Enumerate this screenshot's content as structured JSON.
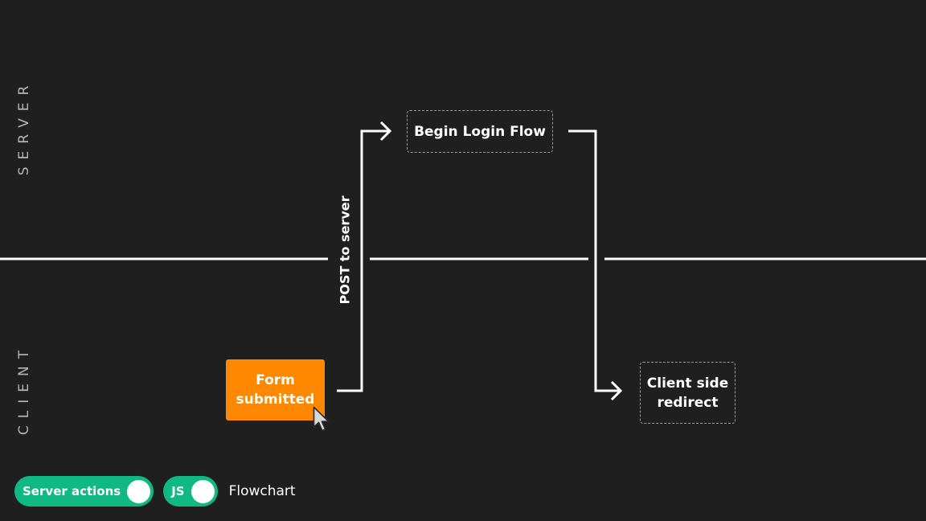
{
  "lanes": {
    "server": "SERVER",
    "client": "CLIENT"
  },
  "nodes": {
    "form_submitted": [
      "Form",
      "submitted"
    ],
    "begin_login": "Begin Login Flow",
    "client_redirect": [
      "Client side",
      "redirect"
    ]
  },
  "edges": {
    "post_to_server": "POST to server"
  },
  "controls": {
    "server_actions": {
      "label": "Server actions",
      "on": true
    },
    "js": {
      "label": "JS",
      "on": true
    },
    "view_label": "Flowchart"
  },
  "colors": {
    "background": "#1f1f1f",
    "accent_orange": "#ff8800",
    "toggle_green": "#10b981"
  }
}
